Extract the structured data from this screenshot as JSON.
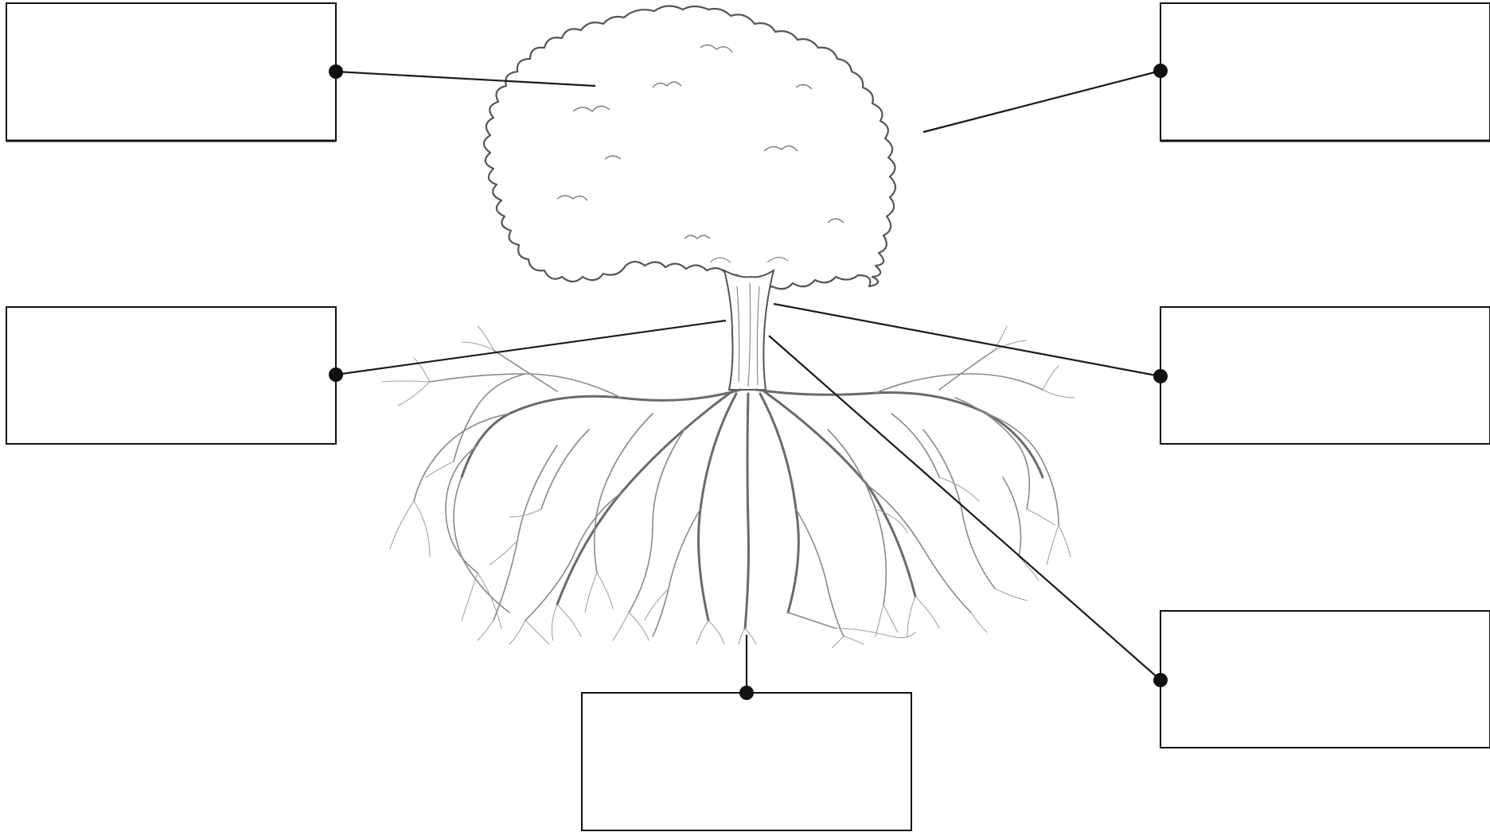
{
  "diagram": {
    "type": "tree-labeling-worksheet",
    "label_boxes": [
      {
        "id": "canopy-left",
        "text": ""
      },
      {
        "id": "canopy-right",
        "text": ""
      },
      {
        "id": "trunk-left",
        "text": ""
      },
      {
        "id": "trunk-right",
        "text": ""
      },
      {
        "id": "roots-right",
        "text": ""
      },
      {
        "id": "roots-bottom",
        "text": ""
      }
    ]
  }
}
